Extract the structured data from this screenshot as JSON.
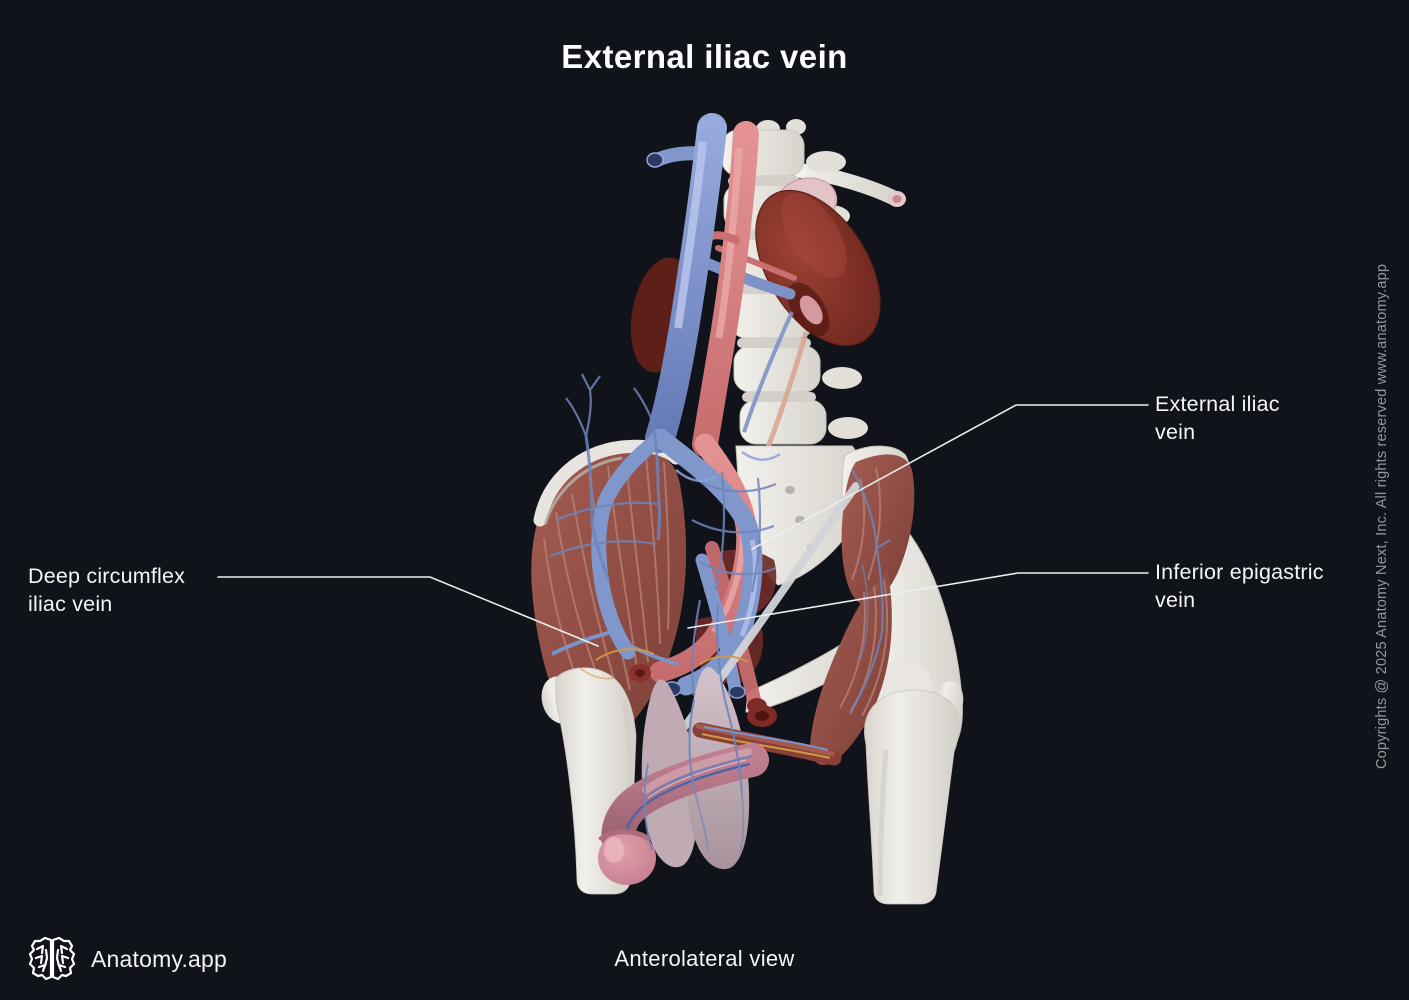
{
  "title": "External iliac vein",
  "view_caption": "Anterolateral view",
  "brand": {
    "name": "Anatomy.app",
    "icon": "brain-logo-icon"
  },
  "copyright_vertical": "Copyrights @ 2025 Anatomy Next, Inc. All rights reserved www.anatomy.app",
  "annotations": {
    "right": [
      {
        "id": "external-iliac-vein",
        "line1": "External iliac",
        "line2": "vein"
      },
      {
        "id": "inferior-epigastric-vein",
        "line1": "Inferior epigastric",
        "line2": "vein"
      }
    ],
    "left": [
      {
        "id": "deep-circumflex-iliac-vein",
        "line1": "Deep circumflex",
        "line2": "iliac vein"
      }
    ]
  },
  "colors": {
    "background": "#10131a",
    "title_text": "#fbfcfd",
    "label_text": "#f4f5f7",
    "leader_line": "#edeff1",
    "copyright_text": "#94979d",
    "vein_blue": "#8097cc",
    "artery_red": "#d77f7f",
    "bone_white": "#e9e6e1",
    "muscle_red_brown": "#9a544c",
    "kidney_maroon": "#7e2f28",
    "scrotum_pink": "#c3aeb6",
    "glans_pink": "#cc8295"
  }
}
